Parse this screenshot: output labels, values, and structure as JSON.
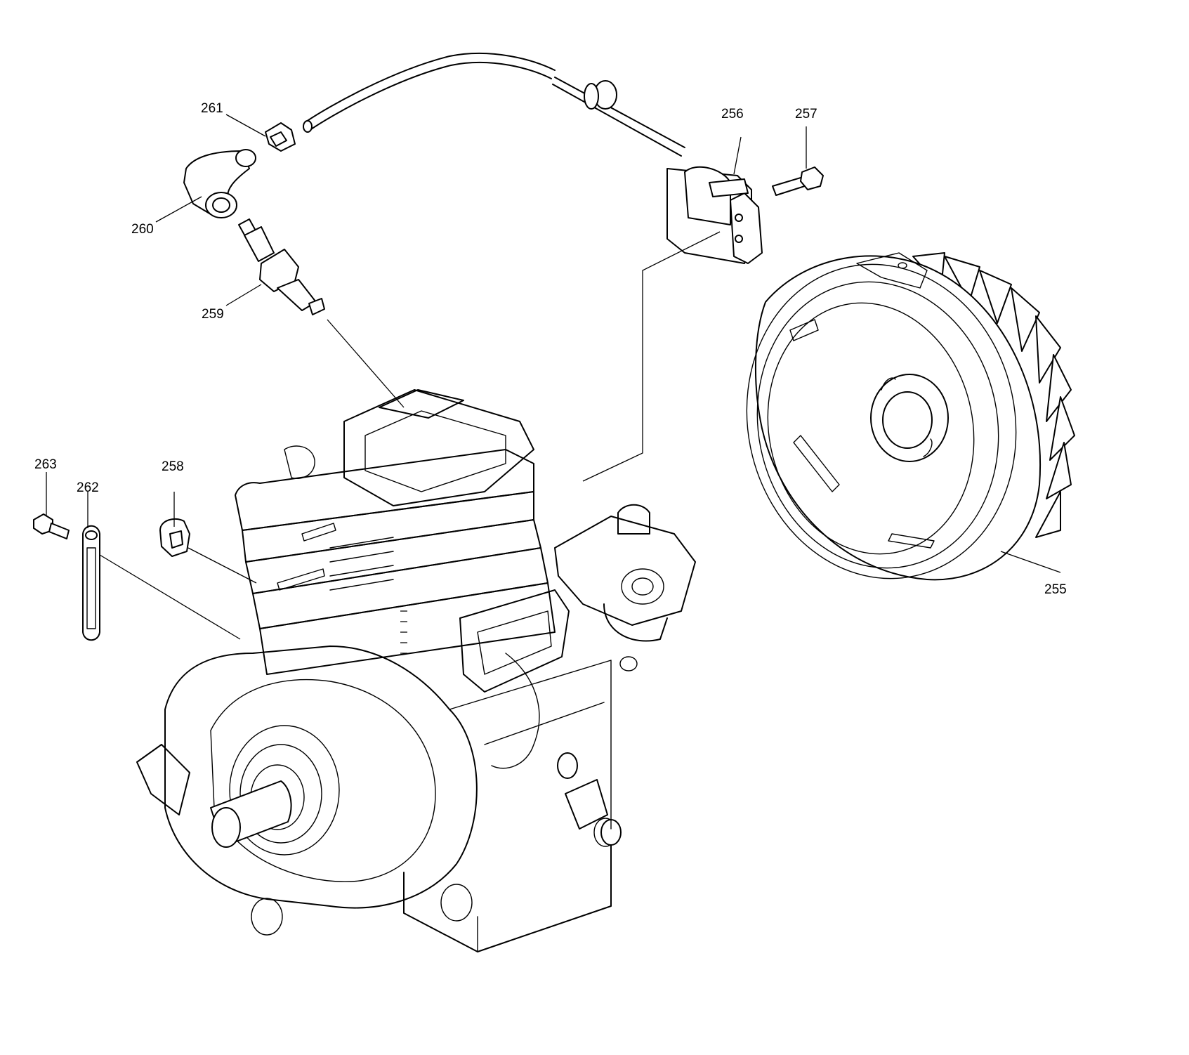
{
  "parts": [
    {
      "id": "p255",
      "number": "255"
    },
    {
      "id": "p256",
      "number": "256"
    },
    {
      "id": "p257",
      "number": "257"
    },
    {
      "id": "p258",
      "number": "258"
    },
    {
      "id": "p259",
      "number": "259"
    },
    {
      "id": "p260",
      "number": "260"
    },
    {
      "id": "p261",
      "number": "261"
    },
    {
      "id": "p262",
      "number": "262"
    },
    {
      "id": "p263",
      "number": "263"
    }
  ]
}
